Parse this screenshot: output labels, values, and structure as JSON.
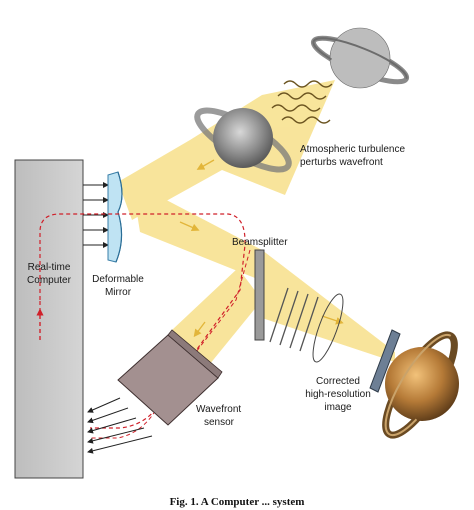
{
  "labels": {
    "computer_line1": "Real-time",
    "computer_line2": "Computer",
    "mirror_line1": "Deformable",
    "mirror_line2": "Mirror",
    "turbulence_line1": "Atmospheric turbulence",
    "turbulence_line2": "perturbs wavefront",
    "beamsplitter": "Beamsplitter",
    "sensor_line1": "Wavefront",
    "sensor_line2": "sensor",
    "image_line1": "Corrected",
    "image_line2": "high-resolution",
    "image_line3": "image"
  },
  "caption": "Fig. 1. A Computer ... system",
  "colors": {
    "beam": "#f7e08a",
    "beam_edge": "#e9c44f",
    "computer": "#c9c9c9",
    "mirror": "#bfe3f3",
    "sensor": "#a39090",
    "feedback": "#d0202a",
    "planet_blur": "#9a9a9a",
    "planet_sharp": "#b8803a"
  }
}
